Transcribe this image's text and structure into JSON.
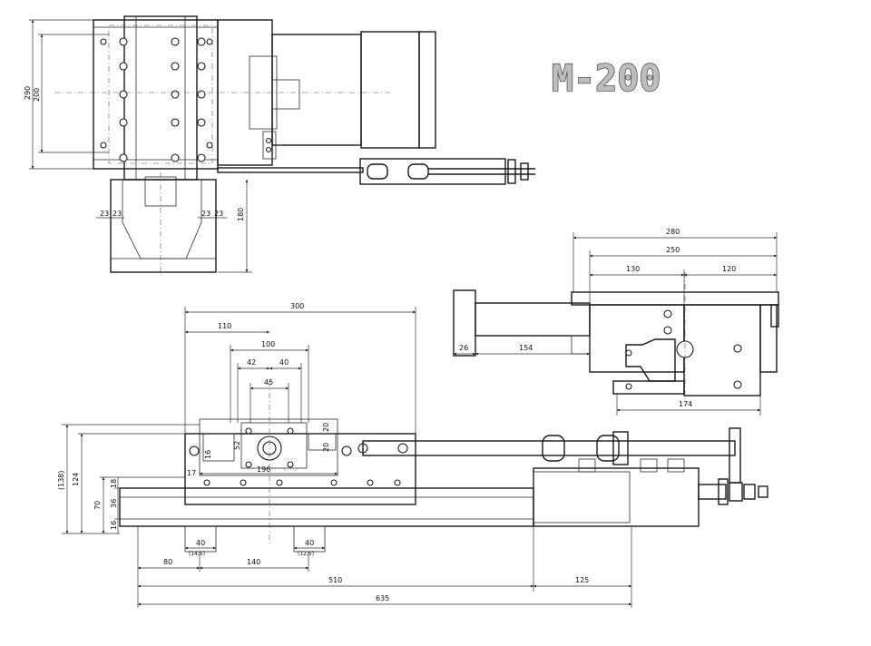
{
  "title": "M-200",
  "top_view": {
    "dims": {
      "d290": "290",
      "d200": "200",
      "d23a": "23",
      "d23b": "23",
      "d23c": "23",
      "d23d": "23",
      "d180": "180"
    }
  },
  "side_view": {
    "dims": {
      "d280": "280",
      "d250": "250",
      "d130": "130",
      "d120": "120",
      "d26": "26",
      "d154": "154",
      "d174": "174"
    }
  },
  "front_view": {
    "dims": {
      "d300": "300",
      "d110": "110",
      "d100": "100",
      "d42": "42",
      "d40t": "40",
      "d45": "45",
      "d52": "52",
      "d16": "16",
      "d20a": "20",
      "d20b": "20",
      "d17": "17",
      "d196": "196",
      "d138": "(138)",
      "d124": "124",
      "d70": "70",
      "d18": "18",
      "d36": "36",
      "d16b": "16",
      "d40a": "40",
      "d40a_sub": "(14,5)",
      "d40b": "40",
      "d40b_sub": "(12,5)",
      "d80": "80",
      "d140": "140",
      "d510": "510",
      "d125": "125",
      "d635": "635"
    }
  }
}
